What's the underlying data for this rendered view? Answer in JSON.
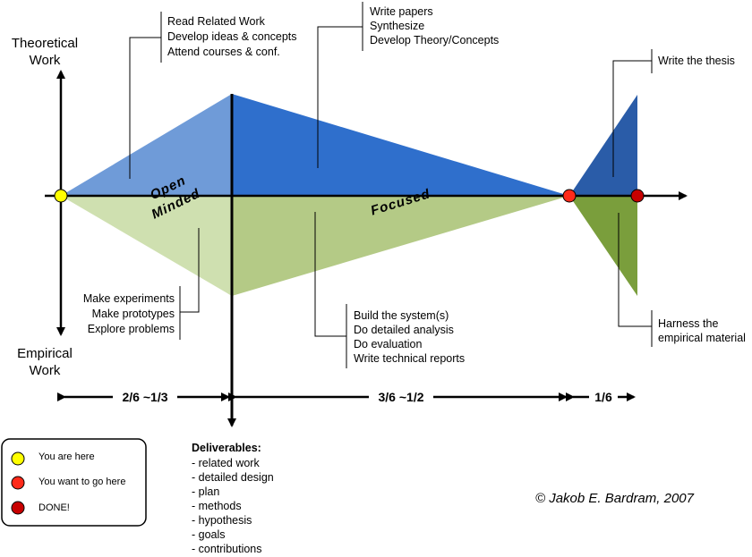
{
  "axis": {
    "top_label_line1": "Theoretical",
    "top_label_line2": "Work",
    "bottom_label_line1": "Empirical",
    "bottom_label_line2": "Work"
  },
  "phases": {
    "open_line1": "Open",
    "open_line2": "Minded",
    "focused": "Focused"
  },
  "colors": {
    "open_theory": "#6f9bd8",
    "focused_theory": "#2f6fcc",
    "thesis_theory": "#2a5ca8",
    "open_empirical": "#cfe0b0",
    "focused_empirical": "#b4ca86",
    "thesis_empirical": "#7a9e3c",
    "you_are_here": "#ffff00",
    "want_to_go": "#ff2a1a",
    "done": "#c80000"
  },
  "annotations": {
    "open_theory": [
      "Read Related Work",
      "Develop ideas & concepts",
      "Attend courses & conf."
    ],
    "focused_theory": [
      "Write papers",
      "Synthesize",
      "Develop Theory/Concepts"
    ],
    "thesis_theory": [
      "Write the thesis"
    ],
    "open_empirical": [
      "Make experiments",
      "Make prototypes",
      "Explore problems"
    ],
    "focused_empirical": [
      "Build the system(s)",
      "Do detailed analysis",
      "Do evaluation",
      "Write technical reports"
    ],
    "thesis_empirical": [
      "Harness the",
      "empirical material"
    ]
  },
  "segments": {
    "first": "2/6 ~1/3",
    "second": "3/6 ~1/2",
    "third": "1/6"
  },
  "deliverables": {
    "title": "Deliverables:",
    "items": [
      "- related work",
      "- detailed design",
      "- plan",
      "- methods",
      "- hypothesis",
      "- goals",
      "- contributions"
    ]
  },
  "legend": {
    "items": [
      {
        "label": "You are here",
        "color_key": "you_are_here"
      },
      {
        "label": "You want to go here",
        "color_key": "want_to_go"
      },
      {
        "label": "DONE!",
        "color_key": "done"
      }
    ]
  },
  "copyright": "© Jakob E. Bardram, 2007"
}
